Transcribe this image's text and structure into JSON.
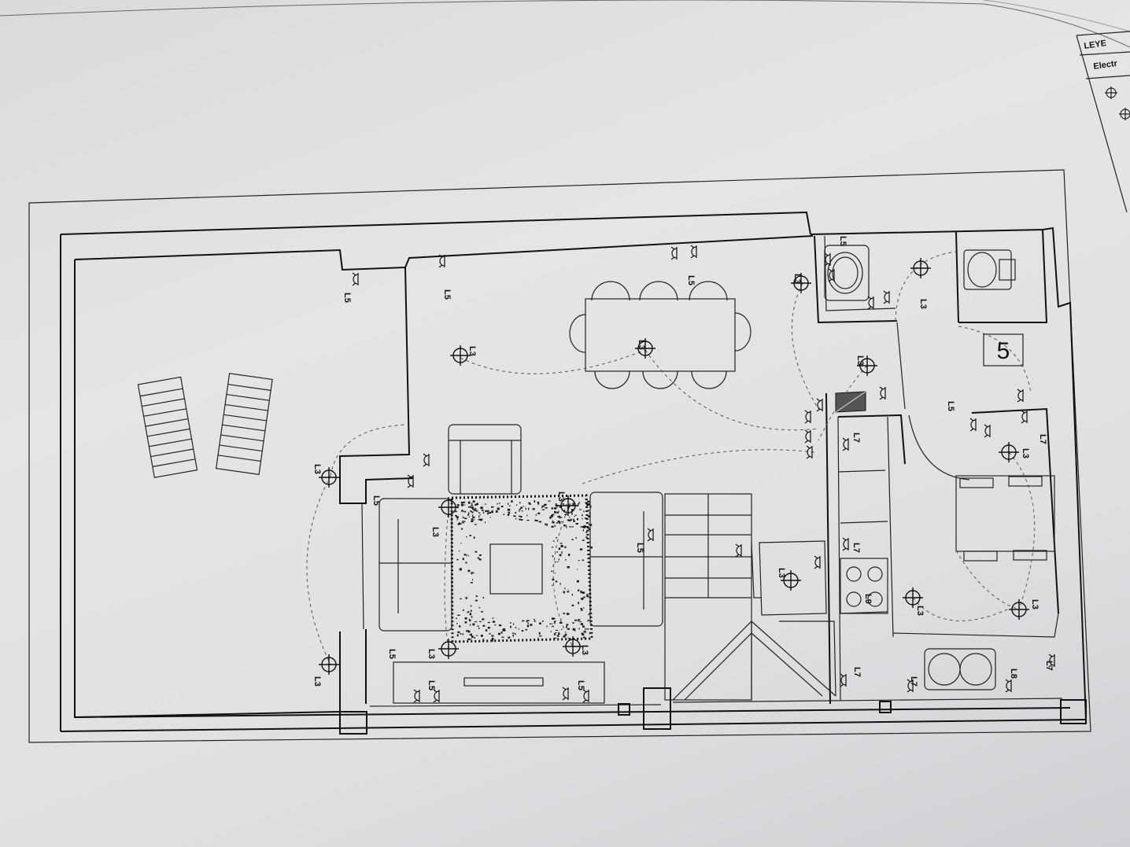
{
  "sheet": {
    "legend_title": "LEYE",
    "legend_row": "Electr",
    "room_number": "5"
  },
  "circuits": {
    "L3": "L3",
    "L5": "L5",
    "L7": "L7",
    "L8": "L8",
    "L9": "L9"
  },
  "lights_L3": [
    {
      "tag": "L3",
      "rot": -90
    },
    {
      "tag": "L3",
      "rot": -90
    },
    {
      "tag": "L3",
      "rot": -90
    },
    {
      "tag": "L3",
      "rot": -90
    },
    {
      "tag": "L3",
      "rot": -90
    },
    {
      "tag": "L3",
      "rot": -90
    },
    {
      "tag": "L3",
      "rot": -90
    },
    {
      "tag": "L3",
      "rot": -90
    },
    {
      "tag": "L3",
      "rot": -90
    },
    {
      "tag": "L3",
      "rot": -90
    },
    {
      "tag": "L3",
      "rot": -90
    },
    {
      "tag": "L3",
      "rot": -90
    },
    {
      "tag": "L3",
      "rot": -90
    },
    {
      "tag": "L3",
      "rot": -90
    }
  ],
  "labels_other": [
    "L5",
    "L5",
    "L5",
    "L5",
    "L5",
    "L5",
    "L5",
    "L5",
    "L5",
    "L5",
    "L5",
    "L7",
    "L7",
    "L7",
    "L7",
    "L7",
    "L8",
    "L9"
  ],
  "colors": {
    "paper": "#e2e3e5",
    "ink": "#111111",
    "hatch": "#1a1a1a"
  },
  "icons": [
    "ceiling-light-icon",
    "wall-sconce-icon",
    "switch-icon",
    "socket-icon"
  ]
}
